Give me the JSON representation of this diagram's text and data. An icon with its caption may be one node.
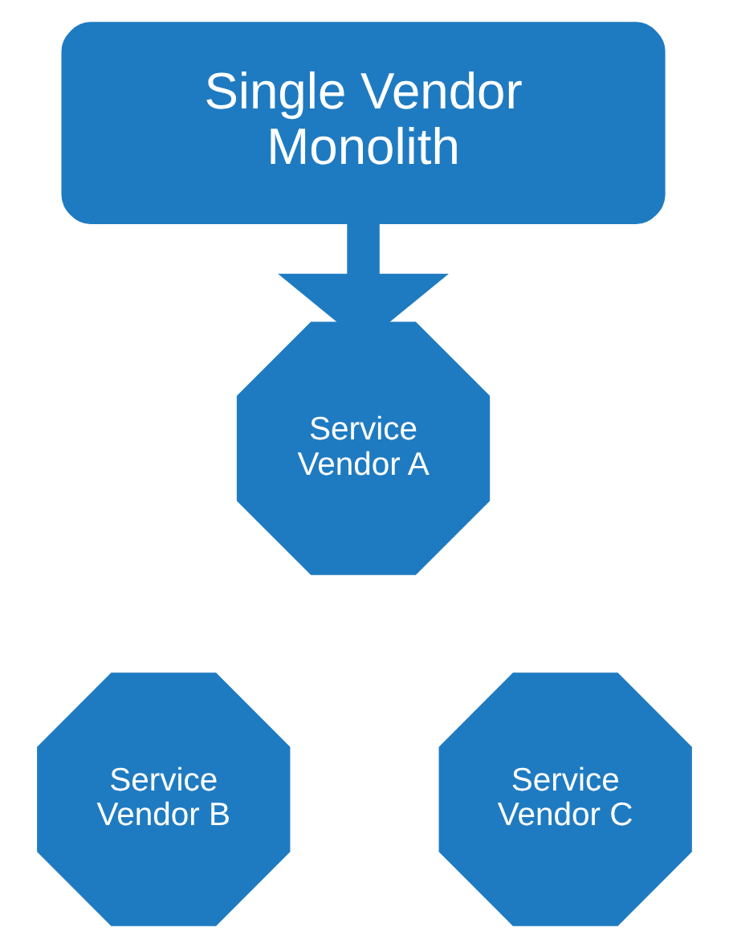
{
  "diagram": {
    "nodes": [
      {
        "text": [
          "Single Vendor Monolith"
        ]
      },
      {
        "text": [
          "Service Vendor A"
        ]
      },
      {
        "text": [
          "Service Vendor B"
        ]
      },
      {
        "text": [
          "Service Vendor C"
        ]
      }
    ],
    "edges": [
      {
        "from": 0,
        "to": 1,
        "arrow": "to"
      }
    ]
  }
}
